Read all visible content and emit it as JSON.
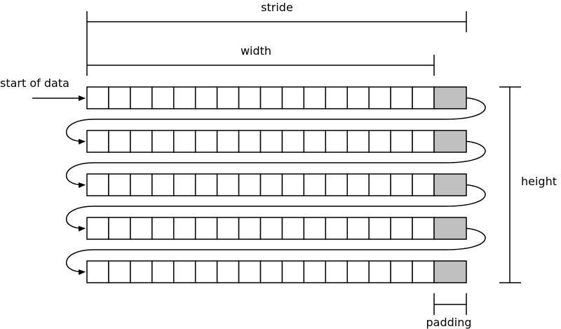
{
  "labels": {
    "stride": "stride",
    "width": "width",
    "start": "start of data",
    "height": "height",
    "padding": "padding"
  },
  "grid": {
    "rows": 5,
    "data_cells_per_row": 16,
    "padding_cells_per_row": 1
  },
  "colors": {
    "stroke": "#000000",
    "cell_fill": "#ffffff",
    "padding_fill": "#c0c0c0"
  }
}
